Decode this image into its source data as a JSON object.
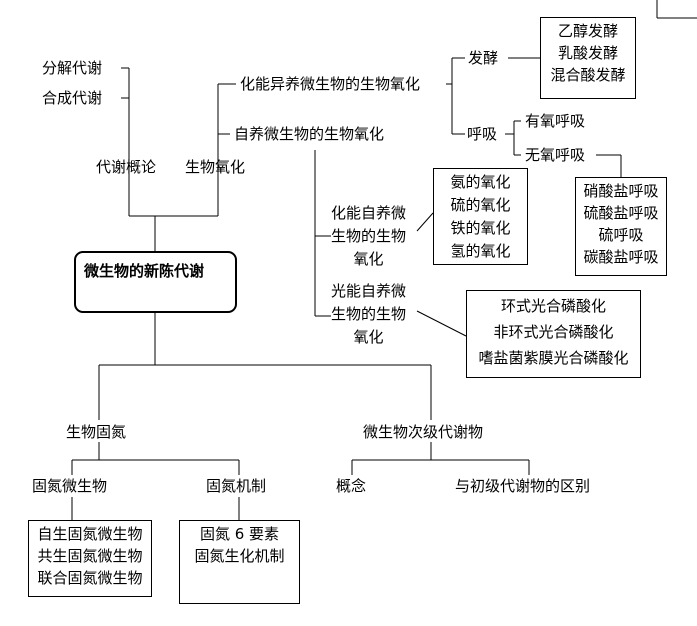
{
  "center": "微生物的新陈代谢",
  "left_items": [
    "分解代谢",
    "合成代谢"
  ],
  "branch1": "代谢概论",
  "branch2": "生物氧化",
  "oxidation": {
    "hetero": "化能异养微生物的生物氧化",
    "auto": "自养微生物的生物氧化",
    "fermentation": "发酵",
    "fermentation_types": [
      "乙醇发酵",
      "乳酸发酵",
      "混合酸发酵"
    ],
    "respiration": "呼吸",
    "aerobic": "有氧呼吸",
    "anaerobic": "无氧呼吸",
    "anaerobic_types": [
      "硝酸盐呼吸",
      "硫酸盐呼吸",
      "硫呼吸",
      "碳酸盐呼吸"
    ],
    "chemo_auto_lines": [
      "化能自养微",
      "生物的生物",
      "氧化"
    ],
    "chemo_auto_types": [
      "氨的氧化",
      "硫的氧化",
      "铁的氧化",
      "氢的氧化"
    ],
    "photo_auto_lines": [
      "光能自养微",
      "生物的生物",
      "氧化"
    ],
    "photo_auto_types": [
      "环式光合磷酸化",
      "非环式光合磷酸化",
      "嗜盐菌紫膜光合磷酸化"
    ]
  },
  "nitrogen": {
    "title": "生物固氮",
    "microbes": "固氮微生物",
    "microbe_types": [
      "自生固氮微生物",
      "共生固氮微生物",
      "联合固氮微生物"
    ],
    "mechanism": "固氮机制",
    "mechanism_items": [
      "固氮 6 要素",
      "固氮生化机制"
    ]
  },
  "secondary": {
    "title": "微生物次级代谢物",
    "concept": "概念",
    "difference": "与初级代谢物的区别"
  }
}
